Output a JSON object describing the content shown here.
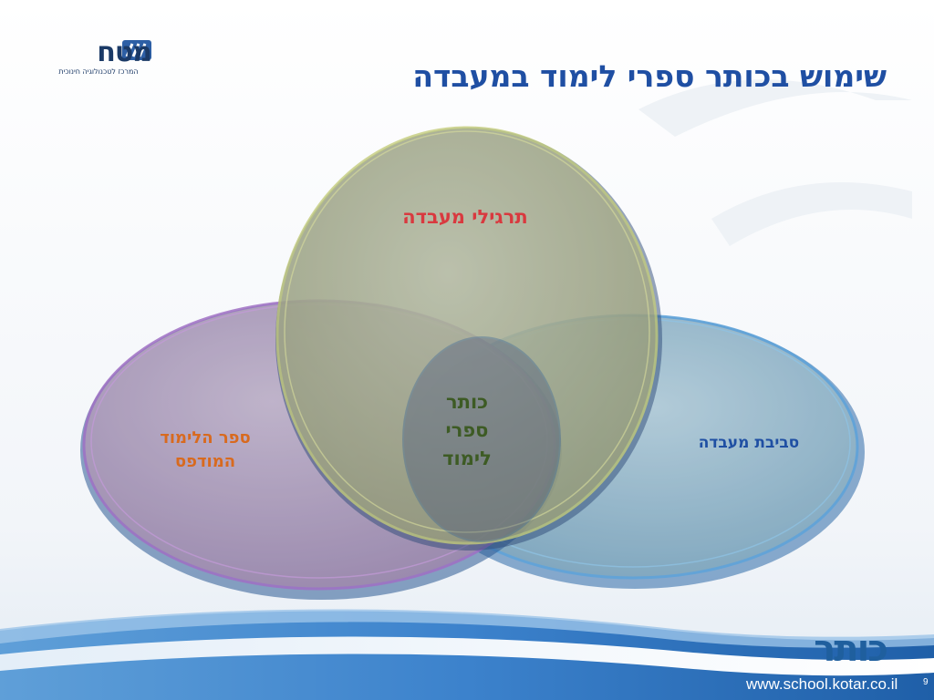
{
  "header": {
    "title": "שימוש בכותר ספרי לימוד במעבדה",
    "logo_main": "מטח",
    "logo_sub": "המרכז לטכנולוגיה חינוכית"
  },
  "venn": {
    "top": "תרגילי מעבדה",
    "left_line1": "ספר הלימוד",
    "left_line2": "המודפס",
    "right": "סביבת מעבדה",
    "center_line1": "כותר",
    "center_line2": "ספרי",
    "center_line3": "לימוד"
  },
  "footer": {
    "brand": "כותר",
    "url": "www.school.kotar.co.il",
    "slide_number": "9"
  },
  "colors": {
    "title": "#1f4fa3",
    "top_label": "#d9393f",
    "left_label": "#d86a1f",
    "right_label": "#1f4fa3",
    "center_label": "#3d5b24",
    "top_circle": "#a8ad7e",
    "left_circle": "#9c7fa6",
    "right_circle": "#7fa6bc"
  }
}
